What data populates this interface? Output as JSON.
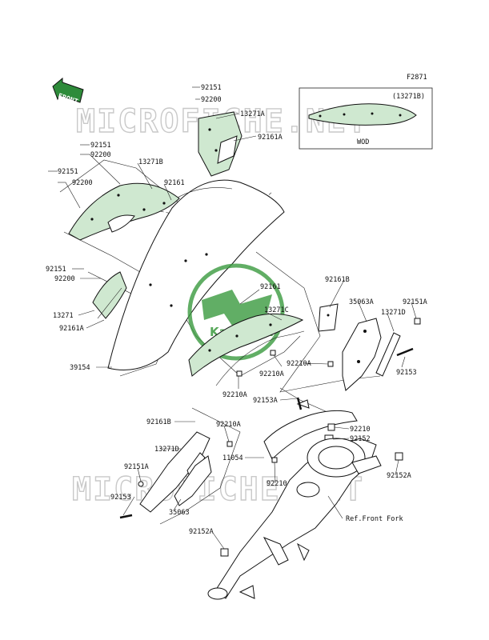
{
  "diagram": {
    "figure_code": "F2871",
    "front_arrow_label": "FRONT",
    "inset": {
      "part_ref": "(13271B)",
      "caption": "WOD"
    },
    "watermark": "MICROFICHE.NET",
    "logo": {
      "brand": "Kawasaki",
      "color": "#3a9a3e"
    },
    "accent_color": "#2e8b3a",
    "labels": {
      "l1": "92151",
      "l2": "92200",
      "l3": "13271A",
      "l4": "92161A",
      "l5": "92151",
      "l6": "92200",
      "l7": "13271B",
      "l8": "92151",
      "l9": "92200",
      "l10": "92161",
      "l11": "92151",
      "l12": "92200",
      "l13": "13271",
      "l14": "92161A",
      "l15": "39154",
      "l16": "92161",
      "l17": "13271C",
      "l18": "92161B",
      "l19": "35063A",
      "l20": "92151A",
      "l21": "13271D",
      "l22": "92210A",
      "l23": "92210A",
      "l24": "92210A",
      "l25": "92153",
      "l26": "92153A",
      "l27": "92210",
      "l28": "92152",
      "l29": "92161B",
      "l30": "92210A",
      "l31": "13271D",
      "l32": "11054",
      "l33": "92151A",
      "l34": "92210",
      "l35": "92152A",
      "l36": "92153",
      "l37": "35063",
      "l38": "Ref.Front Fork",
      "l39": "92152A"
    }
  }
}
